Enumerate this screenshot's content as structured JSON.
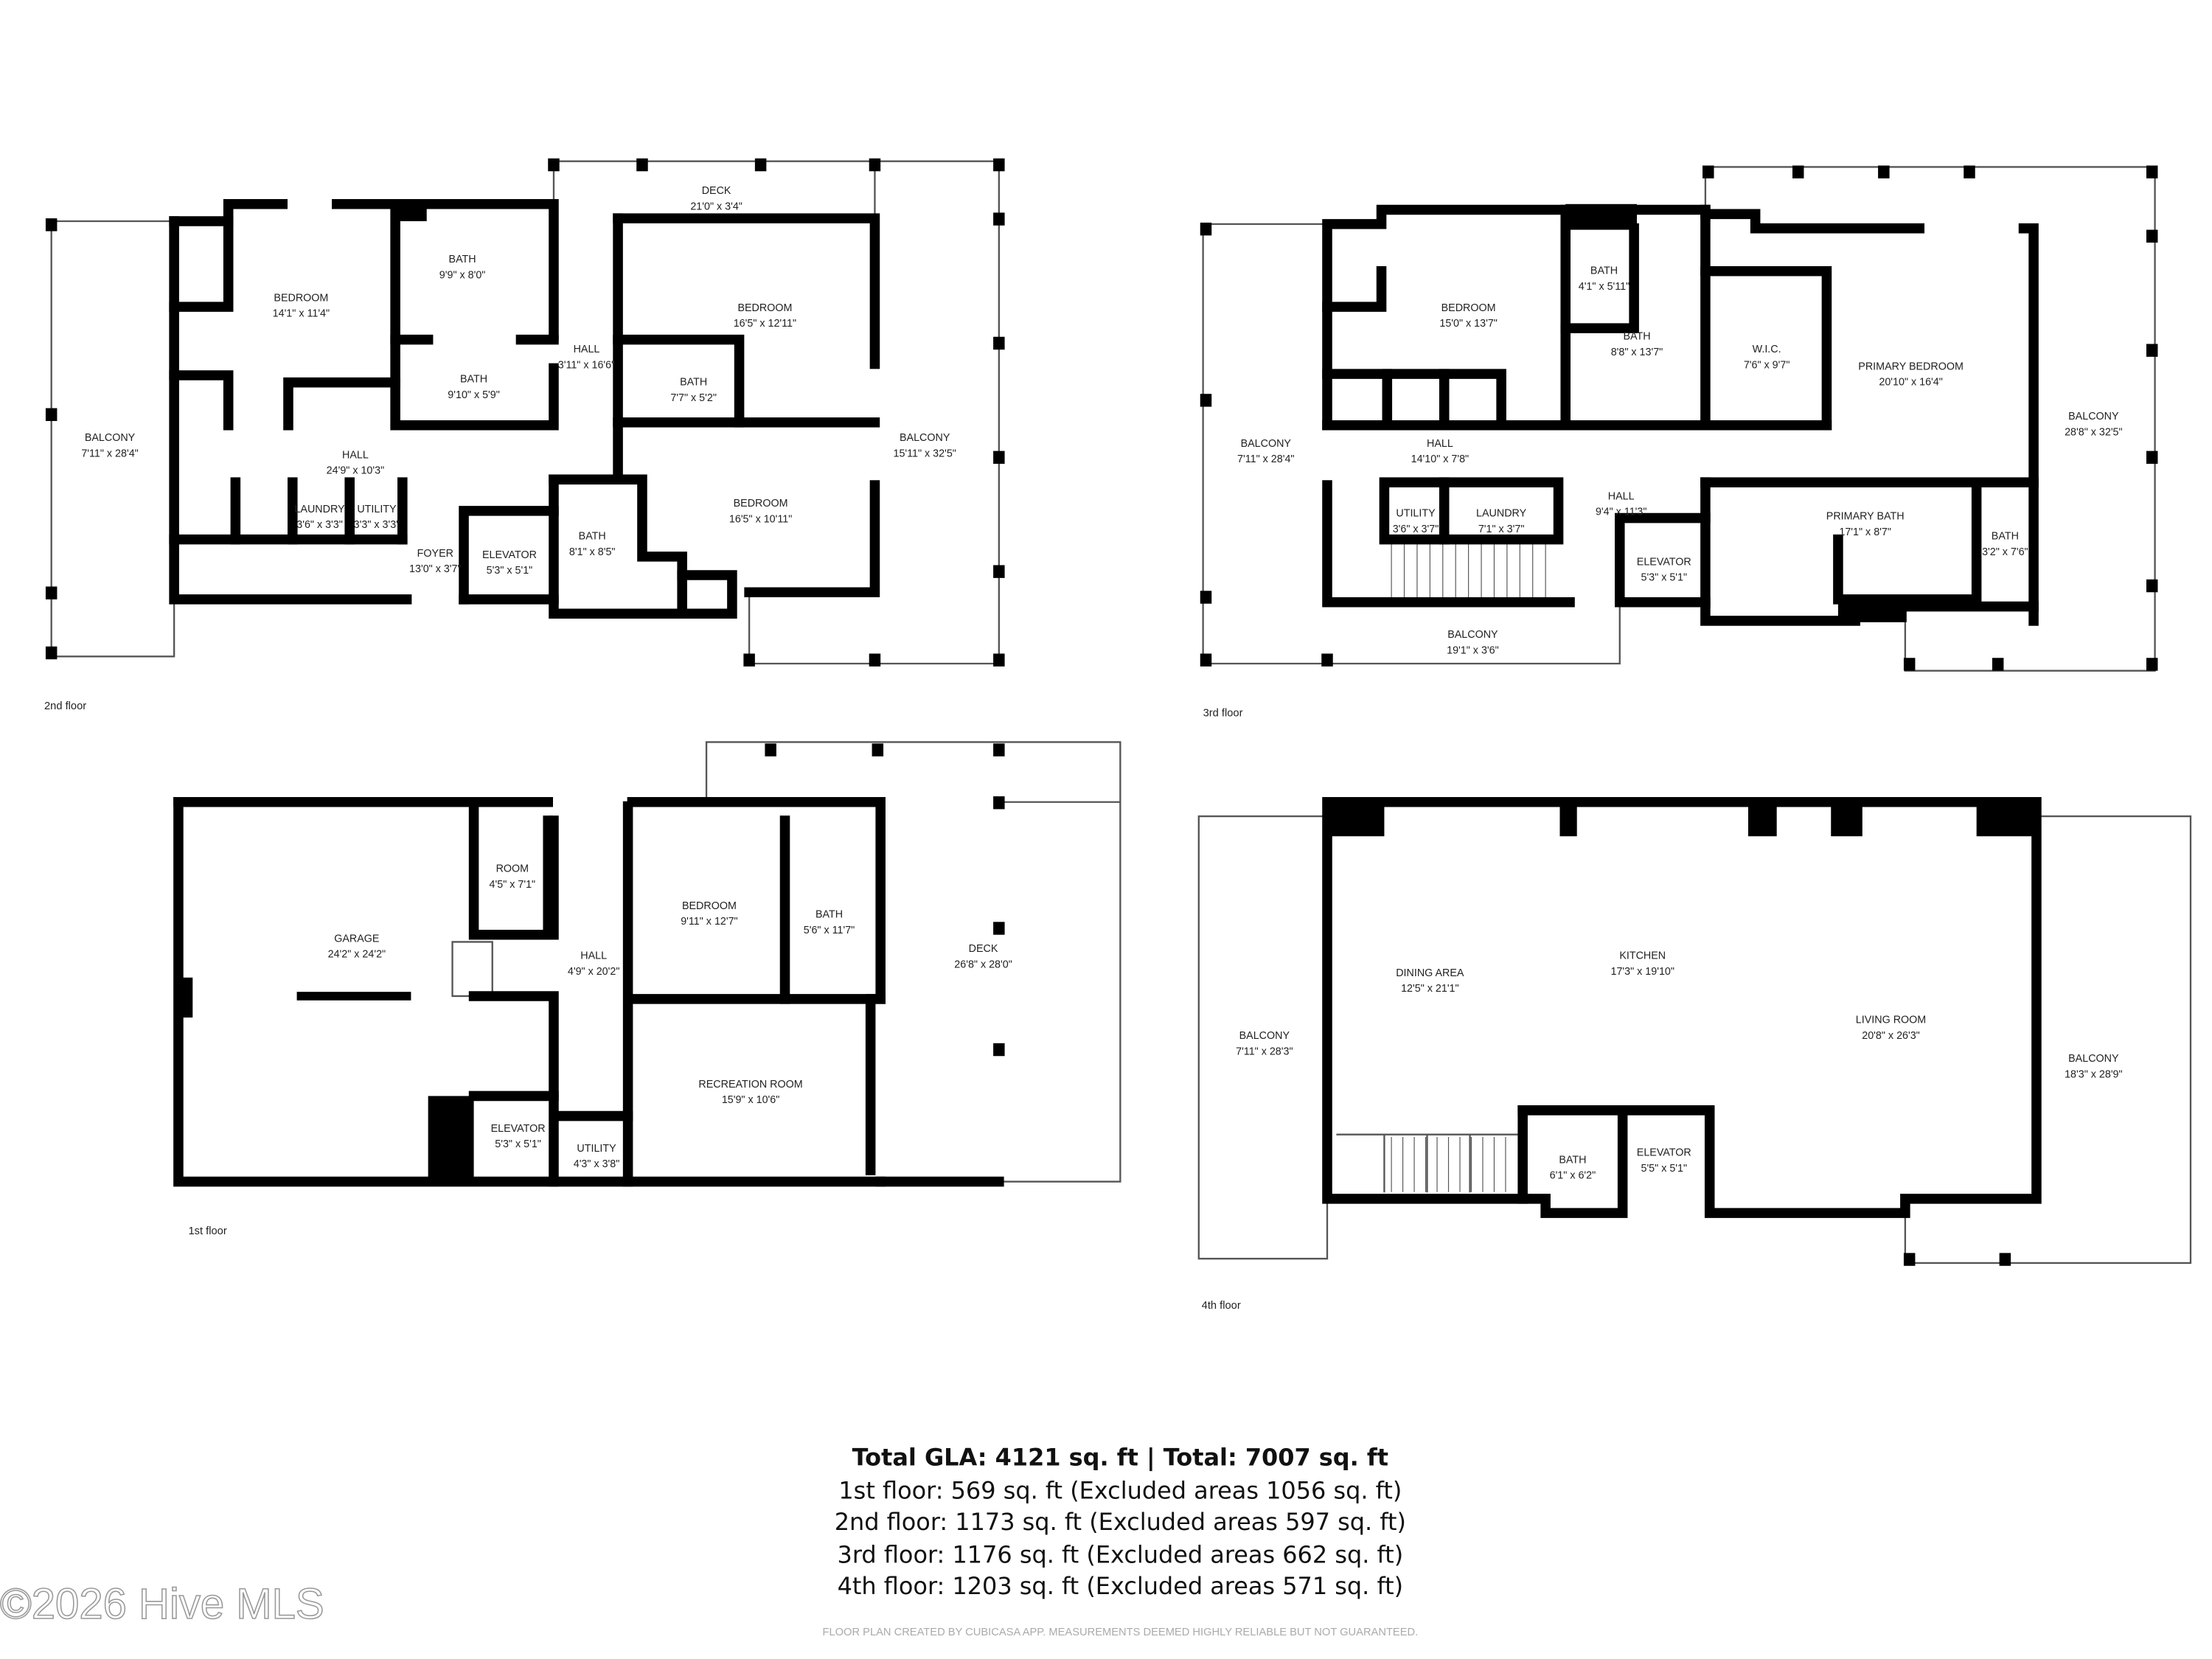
{
  "floors": [
    {
      "label": "2nd floor",
      "rooms": [
        {
          "name": "BEDROOM",
          "dims": "14'1\" x 11'4\""
        },
        {
          "name": "BATH",
          "dims": "9'9\" x 8'0\""
        },
        {
          "name": "BATH",
          "dims": "9'10\" x 5'9\""
        },
        {
          "name": "HALL",
          "dims": "3'11\" x 16'6\""
        },
        {
          "name": "BEDROOM",
          "dims": "16'5\" x 12'11\""
        },
        {
          "name": "BATH",
          "dims": "7'7\" x 5'2\""
        },
        {
          "name": "DECK",
          "dims": "21'0\" x 3'4\""
        },
        {
          "name": "BALCONY",
          "dims": "7'11\" x 28'4\""
        },
        {
          "name": "HALL",
          "dims": "24'9\" x 10'3\""
        },
        {
          "name": "LAUNDRY",
          "dims": "3'6\" x 3'3\""
        },
        {
          "name": "UTILITY",
          "dims": "3'3\" x 3'3\""
        },
        {
          "name": "FOYER",
          "dims": "13'0\" x 3'7\""
        },
        {
          "name": "ELEVATOR",
          "dims": "5'3\" x 5'1\""
        },
        {
          "name": "BATH",
          "dims": "8'1\" x 8'5\""
        },
        {
          "name": "BEDROOM",
          "dims": "16'5\" x 10'11\""
        },
        {
          "name": "BALCONY",
          "dims": "15'11\" x 32'5\""
        }
      ]
    },
    {
      "label": "3rd floor",
      "rooms": [
        {
          "name": "BALCONY",
          "dims": "7'11\" x 28'4\""
        },
        {
          "name": "BEDROOM",
          "dims": "15'0\" x 13'7\""
        },
        {
          "name": "BATH",
          "dims": "4'1\" x 5'11\""
        },
        {
          "name": "BATH",
          "dims": "8'8\" x 13'7\""
        },
        {
          "name": "W.I.C.",
          "dims": "7'6\" x 9'7\""
        },
        {
          "name": "PRIMARY BEDROOM",
          "dims": "20'10\" x 16'4\""
        },
        {
          "name": "BALCONY",
          "dims": "28'8\" x 32'5\""
        },
        {
          "name": "HALL",
          "dims": "14'10\" x 7'8\""
        },
        {
          "name": "HALL",
          "dims": "9'4\" x 11'3\""
        },
        {
          "name": "UTILITY",
          "dims": "3'6\" x 3'7\""
        },
        {
          "name": "LAUNDRY",
          "dims": "7'1\" x 3'7\""
        },
        {
          "name": "ELEVATOR",
          "dims": "5'3\" x 5'1\""
        },
        {
          "name": "PRIMARY BATH",
          "dims": "17'1\" x 8'7\""
        },
        {
          "name": "BATH",
          "dims": "3'2\" x 7'6\""
        },
        {
          "name": "BALCONY",
          "dims": "19'1\" x 3'6\""
        }
      ]
    },
    {
      "label": "1st floor",
      "rooms": [
        {
          "name": "GARAGE",
          "dims": "24'2\" x 24'2\""
        },
        {
          "name": "ROOM",
          "dims": "4'5\" x 7'1\""
        },
        {
          "name": "HALL",
          "dims": "4'9\" x 20'2\""
        },
        {
          "name": "BEDROOM",
          "dims": "9'11\" x 12'7\""
        },
        {
          "name": "BATH",
          "dims": "5'6\" x 11'7\""
        },
        {
          "name": "DECK",
          "dims": "26'8\" x 28'0\""
        },
        {
          "name": "RECREATION ROOM",
          "dims": "15'9\" x 10'6\""
        },
        {
          "name": "ELEVATOR",
          "dims": "5'3\" x 5'1\""
        },
        {
          "name": "UTILITY",
          "dims": "4'3\" x 3'8\""
        }
      ]
    },
    {
      "label": "4th floor",
      "rooms": [
        {
          "name": "BALCONY",
          "dims": "7'11\" x 28'3\""
        },
        {
          "name": "DINING AREA",
          "dims": "12'5\" x 21'1\""
        },
        {
          "name": "KITCHEN",
          "dims": "17'3\" x 19'10\""
        },
        {
          "name": "LIVING ROOM",
          "dims": "20'8\" x 26'3\""
        },
        {
          "name": "BALCONY",
          "dims": "18'3\" x 28'9\""
        },
        {
          "name": "BATH",
          "dims": "6'1\" x 6'2\""
        },
        {
          "name": "ELEVATOR",
          "dims": "5'5\" x 5'1\""
        }
      ]
    }
  ],
  "summary": {
    "total": "Total GLA: 4121 sq. ft | Total: 7007 sq. ft",
    "lines": [
      "1st floor: 569 sq. ft (Excluded areas 1056 sq. ft)",
      "2nd floor: 1173 sq. ft (Excluded areas 597 sq. ft)",
      "3rd floor: 1176 sq. ft (Excluded areas 662 sq. ft)",
      "4th floor: 1203 sq. ft (Excluded areas 571 sq. ft)"
    ]
  },
  "disclaimer": "FLOOR PLAN CREATED BY CUBICASA APP. MEASUREMENTS DEEMED HIGHLY RELIABLE BUT NOT GUARANTEED.",
  "watermark": "©2026 Hive MLS",
  "colors": {
    "wall": "#000000",
    "railing": "#555555",
    "text": "#222222",
    "disclaimer": "#aaaaaa"
  }
}
